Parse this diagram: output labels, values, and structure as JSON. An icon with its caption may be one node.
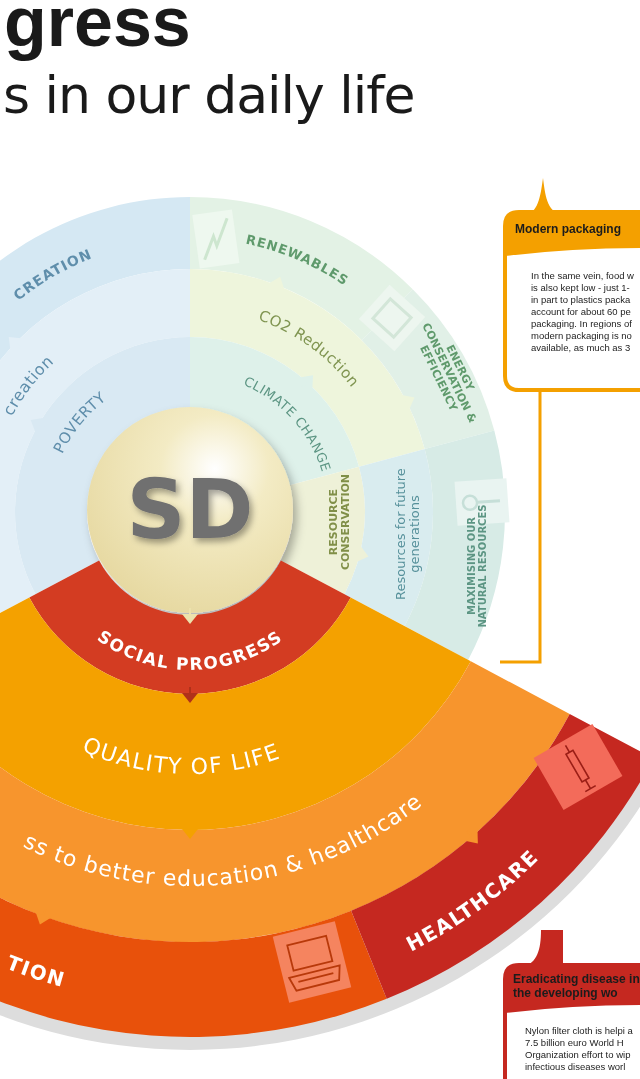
{
  "diagram": {
    "title": "gress",
    "nodes": [
      {
        "text": [
          "CREATION"
        ]
      },
      {
        "text": [
          "creation"
        ]
      },
      {
        "text": [
          "POVERTY"
        ]
      },
      {
        "text": [
          "RENEWABLES"
        ]
      },
      {
        "text": [
          "CO2 Reduction"
        ]
      },
      {
        "text": [
          "CLIMATE CHANGE"
        ]
      },
      {
        "text": [
          "ENERGY CONSERVATION & EFFICIENCY"
        ]
      },
      {
        "text": [
          "RESOURCE CONSERVATION"
        ]
      },
      {
        "text": [
          "Resources for future generations"
        ]
      },
      {
        "text": [
          "MAXIMISING OUR NATURAL RESOURCES"
        ]
      },
      {
        "text": [
          "SD"
        ]
      },
      {
        "text": [
          "SOCIAL PROGRESS"
        ]
      },
      {
        "text": [
          "QUALITY OF LIFE"
        ]
      },
      {
        "text": [
          "ss to better education & healthcare"
        ]
      },
      {
        "text": [
          "TION"
        ]
      },
      {
        "text": [
          "HEALTHCARE"
        ]
      },
      {
        "text": [
          "Modern packaging",
          "In the same vein, food w is also kept low - just 1- in part to plastics packa account for about 60 pe packaging. In regions of modern packaging is no available, as much as 3"
        ]
      },
      {
        "text": [
          "Eradicating disease in the developing wo",
          "Nylon filter cloth is helpi a 7.5 billion euro World H Organization effort to wip infectious diseases worl"
        ]
      }
    ],
    "edges": [
      {
        "from": 10,
        "to": 11,
        "arrow": "to",
        "color": "#ece2ad"
      },
      {
        "from": 11,
        "to": 12,
        "arrow": "to",
        "color": "#b0301a"
      },
      {
        "from": 12,
        "to": 13,
        "arrow": "to",
        "color": "#f4a100"
      },
      {
        "from": 13,
        "to": 14,
        "arrow": "to",
        "color": "#f7952d"
      },
      {
        "from": 13,
        "to": 15,
        "arrow": "to",
        "color": "#f7952d"
      },
      {
        "from": 2,
        "to": 1,
        "arrow": "to",
        "color": "#d9e9f3"
      },
      {
        "from": 1,
        "to": 0,
        "arrow": "to",
        "color": "#e3eff7"
      },
      {
        "from": 5,
        "to": 4,
        "arrow": "to",
        "color": "#def1ea"
      },
      {
        "from": 4,
        "to": 3,
        "arrow": "to",
        "color": "#eef5dc"
      },
      {
        "from": 4,
        "to": 6,
        "arrow": "to",
        "color": "#eef5dc"
      },
      {
        "from": 7,
        "to": 8,
        "arrow": "to",
        "color": "#eef1d8"
      },
      {
        "from": 16,
        "to": null,
        "arrow": "none",
        "color": "#f4a000"
      }
    ],
    "labels": [
      "s in our daily life"
    ]
  }
}
